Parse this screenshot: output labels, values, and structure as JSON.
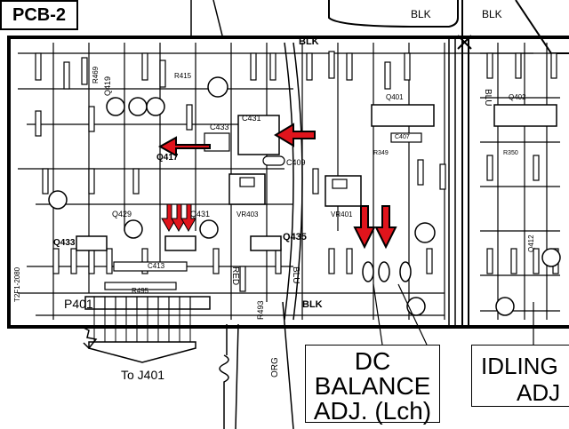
{
  "diagram": {
    "title": "PCB-2",
    "wire_labels": {
      "blk_top_left": "BLK",
      "blk_top_right": "BLK",
      "blk_board": "BLK",
      "blk_bottom": "BLK",
      "blu_left": "BLU",
      "blu_right": "BLU",
      "red": "RED",
      "org": "ORG"
    },
    "components": {
      "c433": "C433",
      "c431": "C431",
      "q417": "Q417",
      "q419": "Q419",
      "c409": "C409",
      "vr403": "VR403",
      "vr401": "VR401",
      "q433": "Q433",
      "q431": "Q431",
      "q429": "Q429",
      "q435": "Q435",
      "c413": "C413",
      "r495": "R495",
      "r493": "R493",
      "r415": "R415",
      "r469": "R469",
      "q401": "Q401",
      "q402": "Q402",
      "c407": "C407",
      "r349": "R349",
      "r350": "R350",
      "q412": "Q412"
    },
    "connector": "P401",
    "destination": "To J401",
    "callouts": {
      "dc_line1": "DC",
      "dc_line2": "BALANCE",
      "dc_line3": "ADJ. (Lch)",
      "idl_line1": "IDLING",
      "idl_line2": "ADJ"
    },
    "side_code": "T2F1-2080",
    "colors": {
      "arrow_red": "#e0141c",
      "ink": "#000000"
    }
  }
}
